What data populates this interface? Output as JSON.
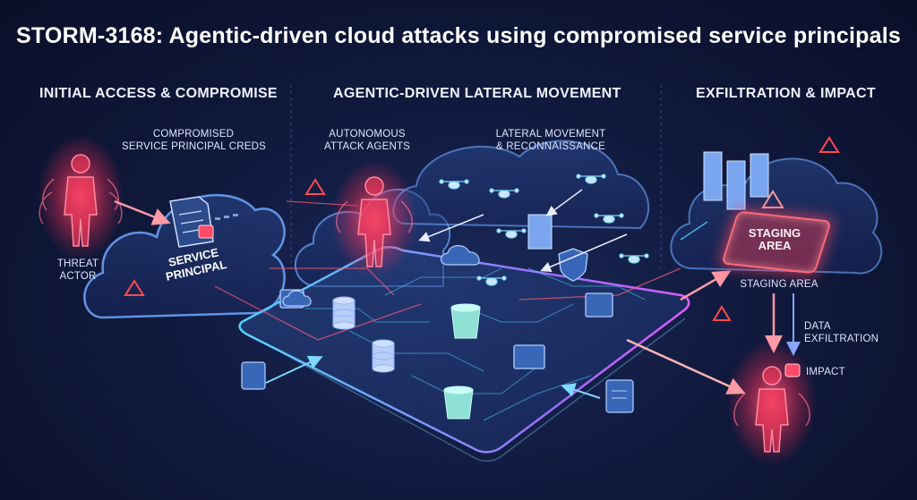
{
  "title": "STORM-3168: Agentic-driven cloud attacks using compromised service principals",
  "sections": {
    "initial": "INITIAL ACCESS & COMPROMISE",
    "lateral": "AGENTIC-DRIVEN LATERAL MOVEMENT",
    "exfil": "EXFILTRATION & IMPACT"
  },
  "labels": {
    "creds_line1": "COMPROMISED",
    "creds_line2": "SERVICE PRINCIPAL CREDS",
    "threat_line1": "THREAT",
    "threat_line2": "ACTOR",
    "sp_line1": "SERVICE",
    "sp_line2": "PRINCIPAL",
    "agents_line1": "AUTONOMOUS",
    "agents_line2": "ATTACK AGENTS",
    "lateral_line1": "LATERAL MOVEMENT",
    "lateral_line2": "& RECONNAISSANCE",
    "staging_box_line1": "STAGING",
    "staging_box_line2": "AREA",
    "staging_caption": "STAGING AREA",
    "exfil_line1": "DATA",
    "exfil_line2": "EXFILTRATION",
    "impact": "IMPACT"
  },
  "colors": {
    "background": "#111a3e",
    "threat_red": "#ff3b5c",
    "accent_cyan": "#4fd2ff",
    "accent_magenta": "#e05cff",
    "warning": "#ff4a4a"
  },
  "icons": [
    "threat-actor-figure",
    "document-icon",
    "drone-icon",
    "server-icon",
    "database-icon",
    "bucket-icon",
    "monitor-icon",
    "cloud-icon",
    "warning-icon",
    "shield-icon"
  ]
}
